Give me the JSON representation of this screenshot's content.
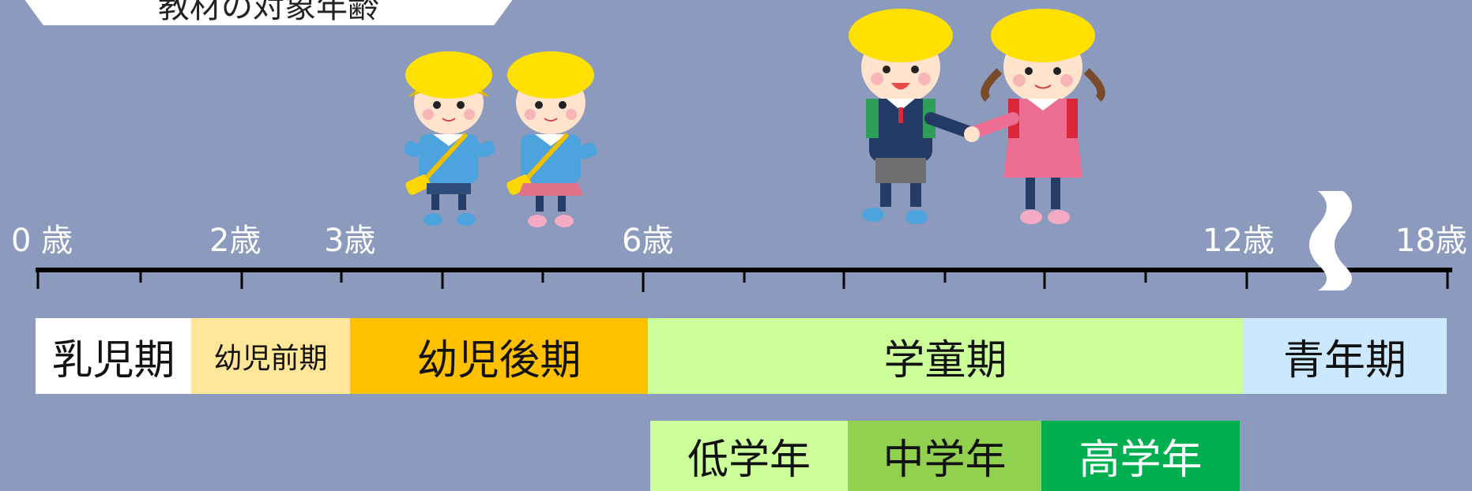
{
  "title": "教材の対象年齢",
  "ages": {
    "a0": "0 歳",
    "a2": "2歳",
    "a3": "3歳",
    "a6": "6歳",
    "a12": "12歳",
    "a18": "18歳"
  },
  "periods": {
    "infancy": "乳児期",
    "early_childhood": "幼児前期",
    "late_childhood": "幼児後期",
    "school_age": "学童期",
    "adolescence": "青年期"
  },
  "grades": {
    "lower": "低学年",
    "middle": "中学年",
    "upper": "高学年"
  },
  "colors": {
    "background": "#8C9ABD",
    "infancy": "#FFFFFF",
    "early_childhood": "#FFE699",
    "late_childhood": "#FFC000",
    "school_age": "#CCFF99",
    "adolescence": "#CCE8FF",
    "lower": "#CCFF99",
    "middle": "#92D050",
    "upper": "#00B050",
    "hat": "#FFE000"
  }
}
